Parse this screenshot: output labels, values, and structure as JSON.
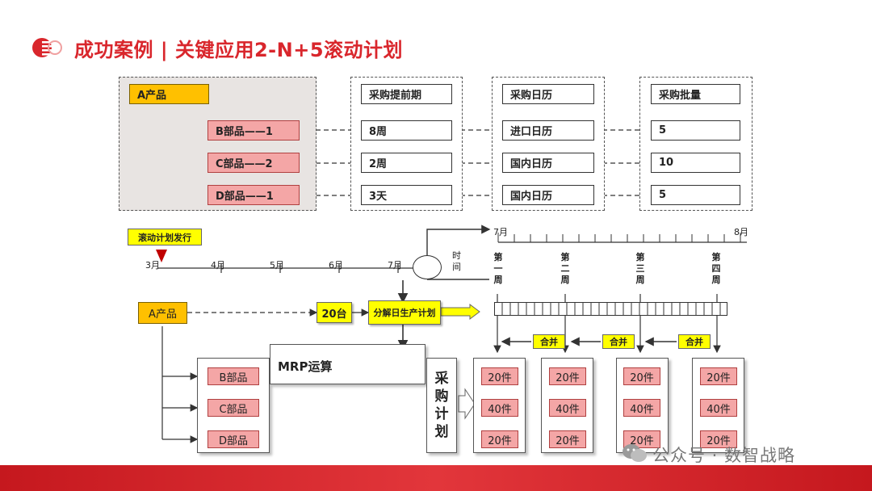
{
  "title": "成功案例 | 关键应用2-N+5滚动计划",
  "bom": {
    "product": "A产品",
    "parts": [
      "B部品——1",
      "C部品——2",
      "D部品——1"
    ]
  },
  "lead_time": {
    "header": "采购提前期",
    "values": [
      "8周",
      "2周",
      "3天"
    ]
  },
  "calendar": {
    "header": "采购日历",
    "values": [
      "进口日历",
      "国内日历",
      "国内日历"
    ]
  },
  "batch": {
    "header": "采购批量",
    "values": [
      "5",
      "10",
      "5"
    ]
  },
  "timeline": {
    "release_label": "滚动计划发行",
    "months": [
      "3月",
      "4月",
      "5月",
      "6月",
      "7月"
    ],
    "time_label": [
      "时",
      "间"
    ],
    "zoom_start": "7月",
    "zoom_end": "8月",
    "weeks": [
      [
        "第",
        "一",
        "周"
      ],
      [
        "第",
        "二",
        "周"
      ],
      [
        "第",
        "三",
        "周"
      ],
      [
        "第",
        "四",
        "周"
      ]
    ]
  },
  "flow": {
    "product": "A产品",
    "qty": "20台",
    "daily_plan": "分解日生产计划",
    "mrp": "MRP运算",
    "parts": [
      "B部品",
      "C部品",
      "D部品"
    ],
    "purchase_plan": [
      "采",
      "购",
      "计",
      "划"
    ],
    "merge_label": "合并",
    "week_quantities": [
      [
        "20件",
        "40件",
        "20件"
      ],
      [
        "20件",
        "40件",
        "20件"
      ],
      [
        "20件",
        "40件",
        "20件"
      ],
      [
        "20件",
        "40件",
        "20件"
      ]
    ]
  },
  "watermark": "公众号 · 数智战略",
  "colors": {
    "brand_red": "#d9262c",
    "pink": "#f4a6a6",
    "yellow": "#ffc000",
    "bright_yellow": "#ffff00"
  }
}
